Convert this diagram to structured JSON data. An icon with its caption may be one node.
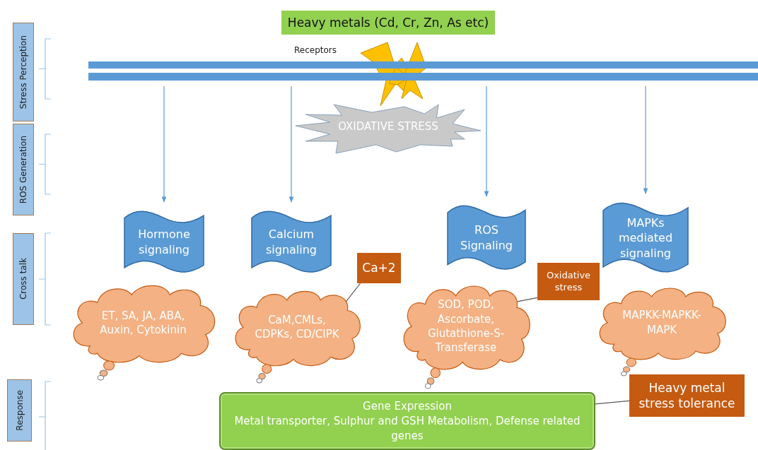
{
  "diagram": {
    "nodes": [
      {
        "text": [
          "Heavy metals (Cd, Cr, Zn, As etc)"
        ]
      },
      {
        "text": [
          "Stress Perception"
        ]
      },
      {
        "text": [],
        "shape": "bar"
      },
      {
        "text": [
          "OXIDATIVE STRESS"
        ]
      },
      {
        "text": [
          "ROS Generation"
        ]
      },
      {
        "text": [
          "Hormone signaling"
        ]
      },
      {
        "text": [
          "Calcium signaling"
        ]
      },
      {
        "text": [
          "ROS Signaling"
        ]
      },
      {
        "text": [
          "MAPKs mediated signaling"
        ]
      },
      {
        "text": [
          "Cross talk"
        ]
      },
      {
        "text": [
          "Ca+2"
        ]
      },
      {
        "text": [
          "Oxidative stress"
        ]
      },
      {
        "text": [
          "ET, SA, JA, ABA, Auxin, Cytokinin"
        ]
      },
      {
        "text": [
          "CaM,CMLs, CDPKs, CD/CIPK"
        ]
      },
      {
        "text": [
          "SOD, POD, Ascorbate, Glutathione-S-Transferase"
        ]
      },
      {
        "text": [
          "MAPKK-MAPKK-MAPK"
        ]
      },
      {
        "text": [
          "Response"
        ]
      },
      {
        "text": [
          "Heavy metal stress tolerance"
        ]
      },
      {
        "text": [
          "Gene Expression",
          "Metal transporter, Sulphur and GSH Metabolism, Defense related genes"
        ]
      }
    ],
    "edges": [
      {
        "from": 2,
        "to": 5,
        "arrow": "to"
      },
      {
        "from": 2,
        "to": 6,
        "arrow": "to"
      },
      {
        "from": 2,
        "to": 7,
        "arrow": "to"
      },
      {
        "from": 2,
        "to": 8,
        "arrow": "to"
      },
      {
        "from": 10,
        "to": 13,
        "arrow": "none",
        "color": "#595959"
      },
      {
        "from": 11,
        "to": 14,
        "arrow": "none",
        "color": "#595959"
      },
      {
        "from": 17,
        "to": 18,
        "arrow": "none",
        "color": "#595959"
      }
    ],
    "labels": [
      "Receptors"
    ]
  }
}
